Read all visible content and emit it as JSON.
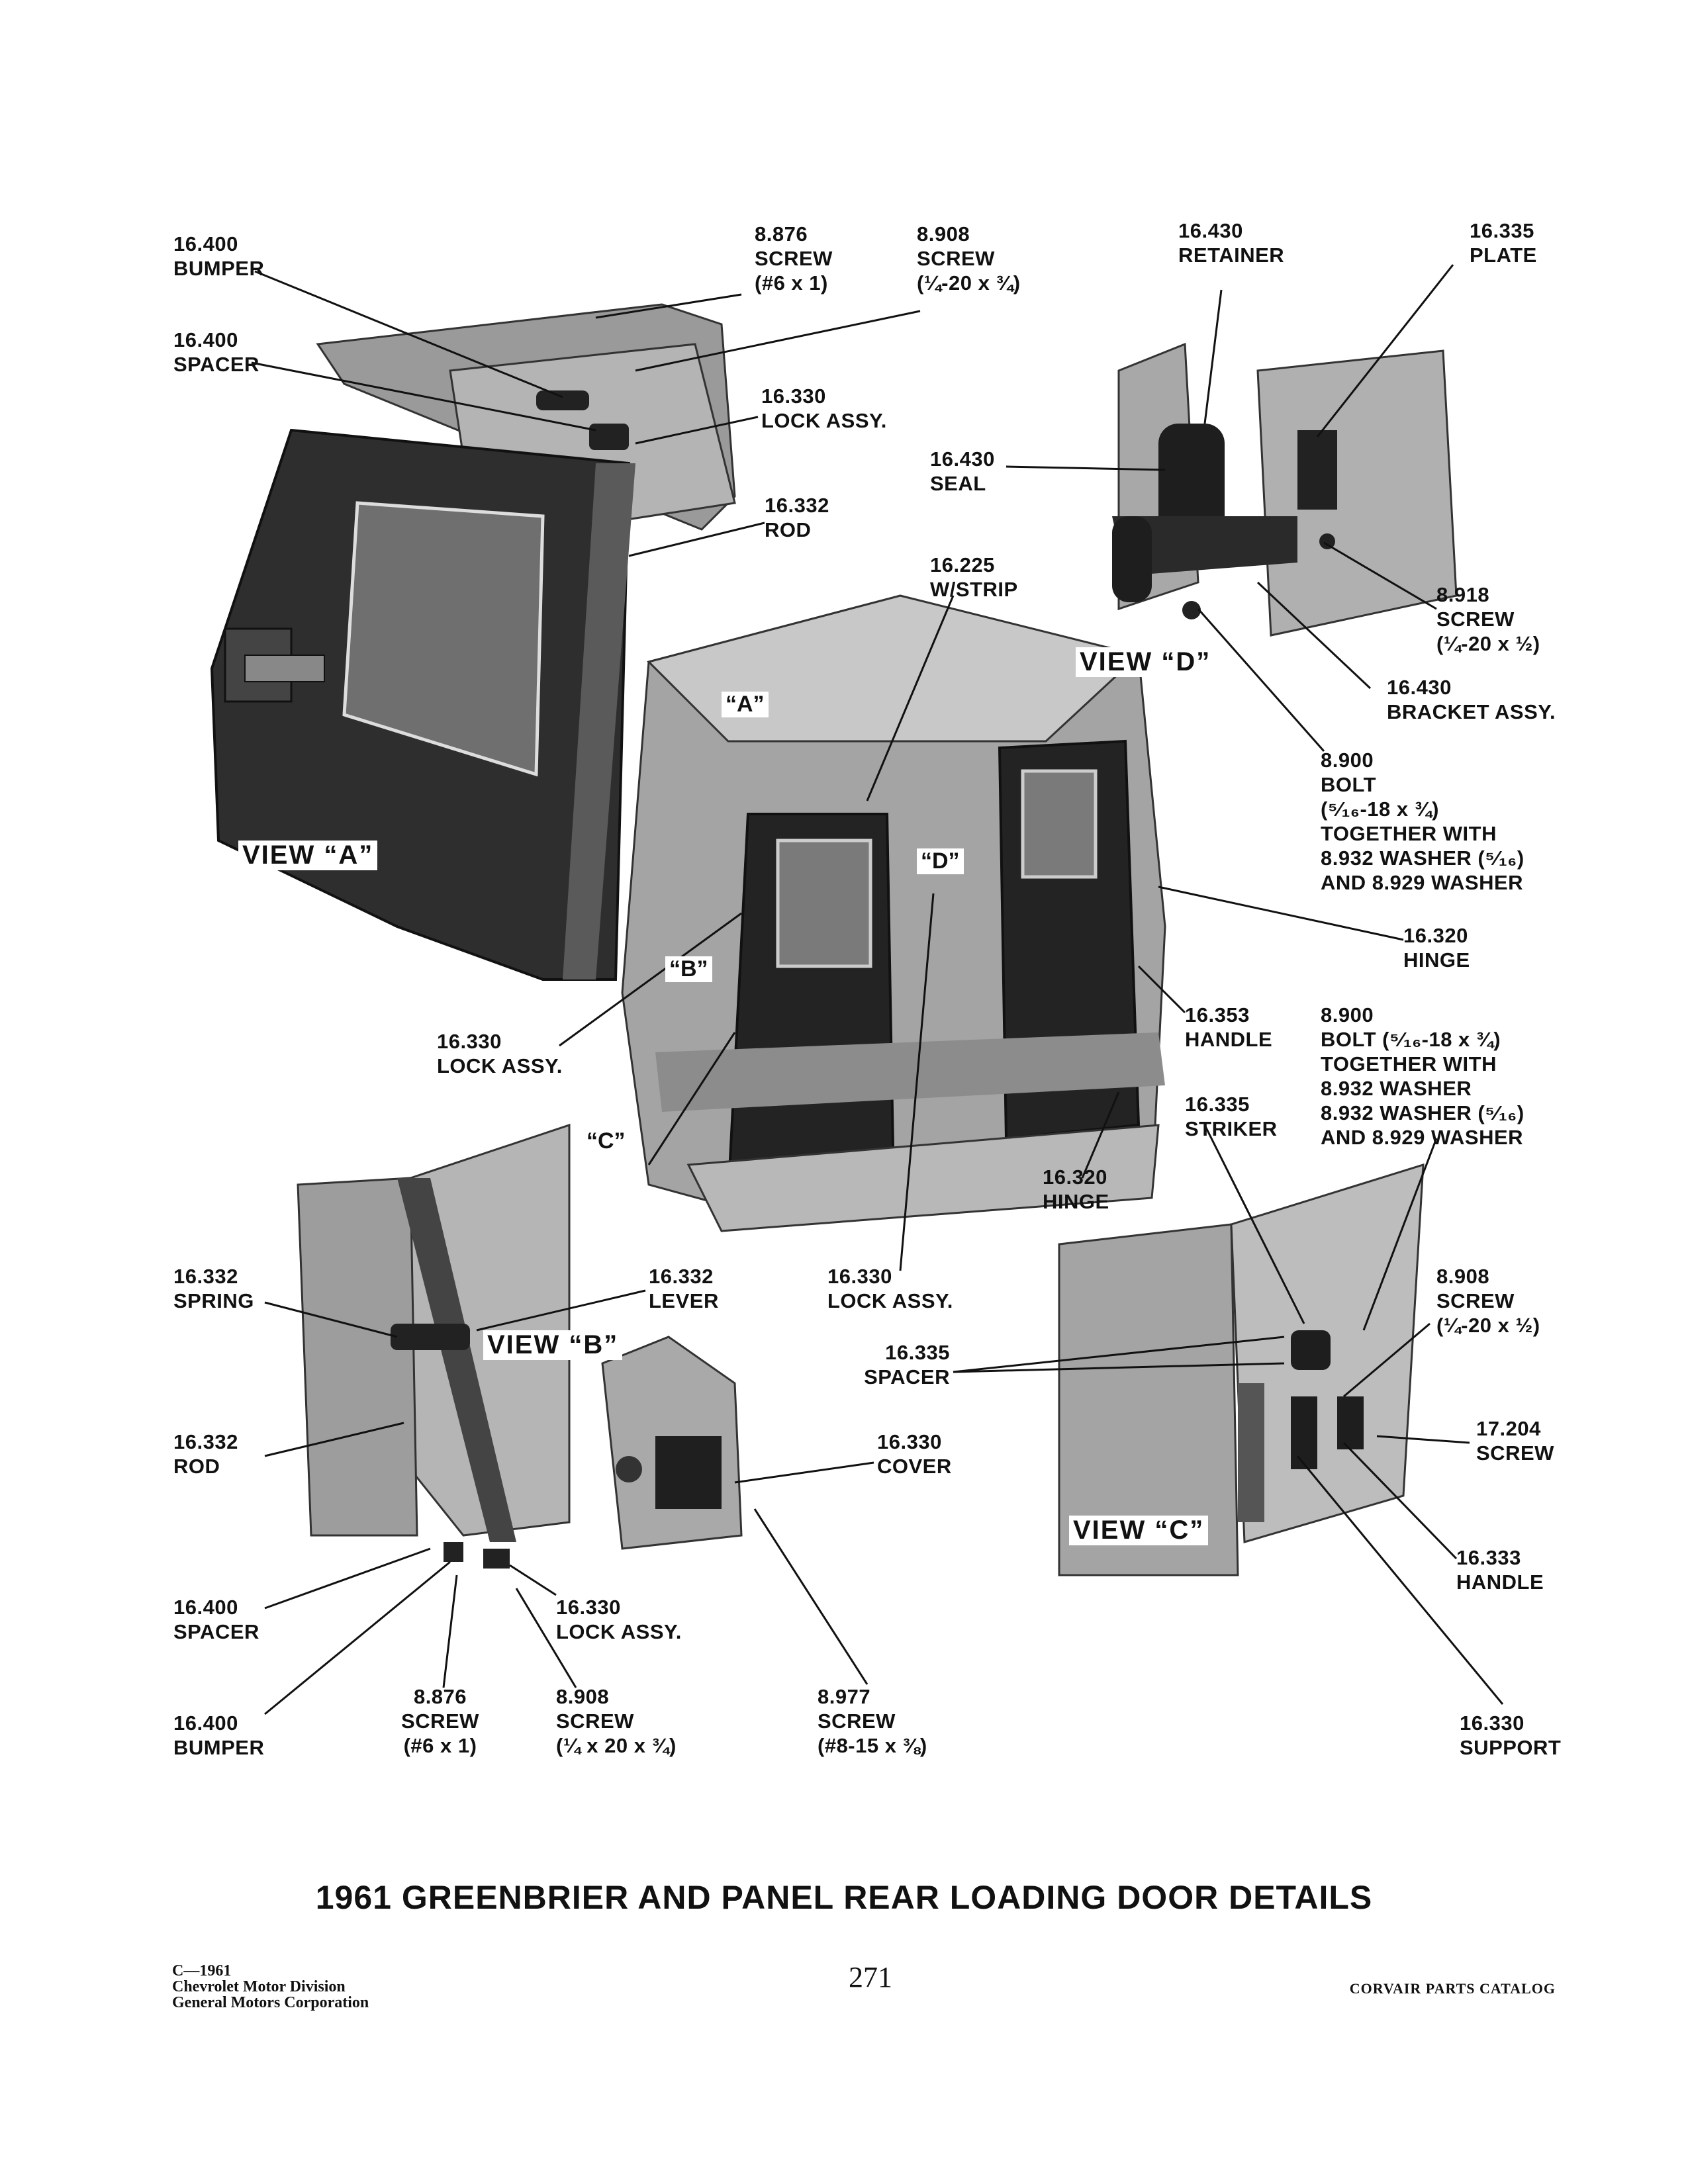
{
  "views": {
    "a": "VIEW “A”",
    "b": "VIEW “B”",
    "c": "VIEW “C”",
    "d": "VIEW “D”"
  },
  "tags": {
    "a": "“A”",
    "b": "“B”",
    "c": "“C”",
    "d": "“D”"
  },
  "labels": {
    "bumper_16400_top": [
      "16.400",
      "BUMPER"
    ],
    "spacer_16400_top": [
      "16.400",
      "SPACER"
    ],
    "screw_8876_top": [
      "8.876",
      "SCREW",
      "(#6 x 1)"
    ],
    "screw_8908_top": [
      "8.908",
      "SCREW",
      "(¼-20 x ¾)"
    ],
    "lock_16330_a": [
      "16.330",
      "LOCK ASSY."
    ],
    "rod_16332_a": [
      "16.332",
      "ROD"
    ],
    "retainer_16430": [
      "16.430",
      "RETAINER"
    ],
    "plate_16335": [
      "16.335",
      "PLATE"
    ],
    "seal_16430": [
      "16.430",
      "SEAL"
    ],
    "wstrip_16225": [
      "16.225",
      "W/STRIP"
    ],
    "screw_8918": [
      "8.918",
      "SCREW",
      "(¼-20 x ½)"
    ],
    "bracket_16430": [
      "16.430",
      "BRACKET ASSY."
    ],
    "bolt_8900_d": [
      "8.900",
      "BOLT",
      "(⁵⁄₁₆-18 x ¾)",
      "TOGETHER WITH",
      "8.932 WASHER (⁵⁄₁₆)",
      "AND 8.929 WASHER"
    ],
    "hinge_16320_right": [
      "16.320",
      "HINGE"
    ],
    "handle_16353": [
      "16.353",
      "HANDLE"
    ],
    "bolt_8900_c": [
      "8.900",
      "BOLT (⁵⁄₁₆-18 x ¾)",
      "TOGETHER WITH",
      "8.932 WASHER",
      "8.932 WASHER (⁵⁄₁₆)",
      "AND 8.929 WASHER"
    ],
    "lock_16330_center": [
      "16.330",
      "LOCK ASSY."
    ],
    "striker_16335": [
      "16.335",
      "STRIKER"
    ],
    "hinge_16320_center": [
      "16.320",
      "HINGE"
    ],
    "spring_16332": [
      "16.332",
      "SPRING"
    ],
    "lever_16332": [
      "16.332",
      "LEVER"
    ],
    "lock_16330_bottom": [
      "16.330",
      "LOCK ASSY."
    ],
    "spacer_16335": [
      "16.335",
      "SPACER"
    ],
    "screw_8908_c": [
      "8.908",
      "SCREW",
      "(¼-20 x ½)"
    ],
    "rod_16332_b": [
      "16.332",
      "ROD"
    ],
    "cover_16330": [
      "16.330",
      "COVER"
    ],
    "screw_17204": [
      "17.204",
      "SCREW"
    ],
    "spacer_16400_b": [
      "16.400",
      "SPACER"
    ],
    "lock_16330_b": [
      "16.330",
      "LOCK ASSY."
    ],
    "handle_16333": [
      "16.333",
      "HANDLE"
    ],
    "bumper_16400_b": [
      "16.400",
      "BUMPER"
    ],
    "screw_8876_b": [
      "8.876",
      "SCREW",
      "(#6 x 1)"
    ],
    "screw_8908_b": [
      "8.908",
      "SCREW",
      "(¼ x 20 x ¾)"
    ],
    "screw_8977": [
      "8.977",
      "SCREW",
      "(#8-15 x ⅜)"
    ],
    "support_16330": [
      "16.330",
      "SUPPORT"
    ]
  },
  "title": "1961 GREENBRIER AND PANEL REAR LOADING DOOR DETAILS",
  "footer": {
    "copyright": [
      "C—1961",
      "Chevrolet Motor Division",
      "General Motors Corporation"
    ],
    "page_number": "271",
    "catalog": "CORVAIR PARTS CATALOG"
  }
}
